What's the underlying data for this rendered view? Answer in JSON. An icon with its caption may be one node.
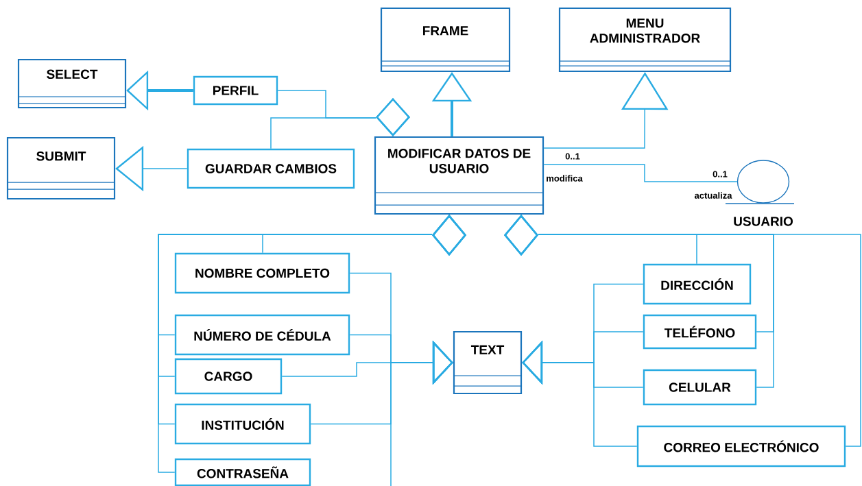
{
  "diagram": {
    "nodes": [
      {
        "text": [
          "SELECT"
        ]
      },
      {
        "text": [
          "PERFIL"
        ]
      },
      {
        "text": [
          "SUBMIT"
        ]
      },
      {
        "text": [
          "GUARDAR CAMBIOS"
        ]
      },
      {
        "text": [
          "FRAME"
        ]
      },
      {
        "text": [
          "MENU ADMINISTRADOR"
        ]
      },
      {
        "text": [
          "MODIFICAR DATOS DE USUARIO"
        ]
      },
      {
        "text": [
          "USUARIO"
        ],
        "beside": [
          "0..1",
          "actualiza"
        ]
      },
      {
        "text": [
          "NOMBRE COMPLETO"
        ]
      },
      {
        "text": [
          "NÚMERO DE CÉDULA"
        ]
      },
      {
        "text": [
          "CARGO"
        ]
      },
      {
        "text": [
          "INSTITUCIÓN"
        ]
      },
      {
        "text": [
          "CONTRASEÑA"
        ]
      },
      {
        "text": [
          "TEXT"
        ]
      },
      {
        "text": [
          "DIRECCIÓN"
        ]
      },
      {
        "text": [
          "TELÉFONO"
        ]
      },
      {
        "text": [
          "CELULAR"
        ]
      },
      {
        "text": [
          "CORREO ELECTRÓNICO"
        ]
      }
    ],
    "edges": [
      {
        "from": 1,
        "to": 0,
        "arrow": "to",
        "style": "thick"
      },
      {
        "from": 3,
        "to": 2,
        "arrow": "to"
      },
      {
        "from": 1,
        "to": 6,
        "arrow": "other"
      },
      {
        "from": 3,
        "to": 6,
        "arrow": "other"
      },
      {
        "from": 6,
        "to": 4,
        "arrow": "to",
        "style": "thick"
      },
      {
        "from": 6,
        "to": 5,
        "arrow": "to"
      },
      {
        "from": 6,
        "to": 7,
        "arrow": "none",
        "label": "modifica"
      },
      {
        "from": 8,
        "to": 6,
        "arrow": "other"
      },
      {
        "from": 9,
        "to": 6,
        "arrow": "other"
      },
      {
        "from": 10,
        "to": 6,
        "arrow": "other"
      },
      {
        "from": 11,
        "to": 6,
        "arrow": "other"
      },
      {
        "from": 12,
        "to": 6,
        "arrow": "other"
      },
      {
        "from": 14,
        "to": 6,
        "arrow": "other"
      },
      {
        "from": 15,
        "to": 6,
        "arrow": "other"
      },
      {
        "from": 16,
        "to": 6,
        "arrow": "other"
      },
      {
        "from": 17,
        "to": 6,
        "arrow": "other"
      },
      {
        "from": 8,
        "to": 13,
        "arrow": "to"
      },
      {
        "from": 9,
        "to": 13,
        "arrow": "to"
      },
      {
        "from": 10,
        "to": 13,
        "arrow": "to"
      },
      {
        "from": 11,
        "to": 13,
        "arrow": "to"
      },
      {
        "from": null,
        "to": 13,
        "arrow": "to"
      },
      {
        "from": 14,
        "to": 13,
        "arrow": "to"
      },
      {
        "from": 15,
        "to": 13,
        "arrow": "to"
      },
      {
        "from": 16,
        "to": 13,
        "arrow": "to"
      },
      {
        "from": 17,
        "to": 13,
        "arrow": "to"
      }
    ],
    "labels": [
      "0..1"
    ]
  }
}
